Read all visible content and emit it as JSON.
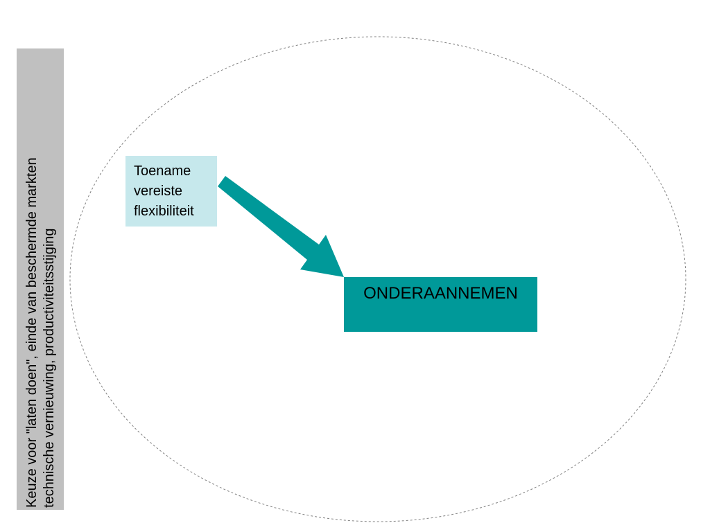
{
  "side_panel": {
    "line1": "Keuze voor \"laten doen\", einde van beschermde markten",
    "line2": "technische vernieuwing, productiviteitsstijging"
  },
  "flex_box": {
    "lines": [
      "Toename",
      "vereiste",
      "flexibiliteit"
    ]
  },
  "main_box": {
    "label": "ONDERAANNEMEN"
  },
  "colors": {
    "teal": "#009999",
    "light_teal": "#c6e8ec",
    "side_gray": "#c0c0c0",
    "ellipse_stroke": "#808080"
  }
}
